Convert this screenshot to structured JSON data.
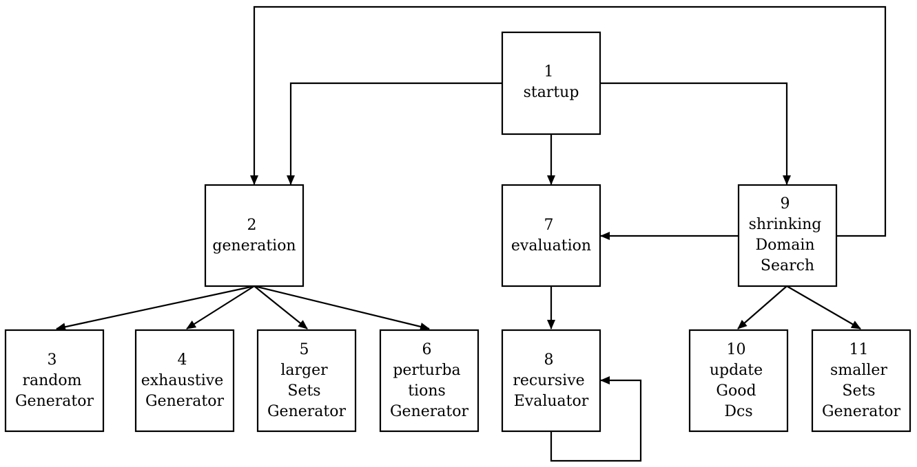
{
  "nodes": [
    {
      "id": "n1",
      "lines": [
        "1",
        "startup"
      ]
    },
    {
      "id": "n2",
      "lines": [
        "2",
        "generation"
      ]
    },
    {
      "id": "n3",
      "lines": [
        "3",
        "random",
        "Generator"
      ]
    },
    {
      "id": "n4",
      "lines": [
        "4",
        "exhaustive",
        "Generator"
      ]
    },
    {
      "id": "n5",
      "lines": [
        "5",
        "larger",
        "Sets",
        "Generator"
      ]
    },
    {
      "id": "n6",
      "lines": [
        "6",
        "perturba",
        "tions",
        "Generator"
      ]
    },
    {
      "id": "n7",
      "lines": [
        "7",
        "evaluation"
      ]
    },
    {
      "id": "n8",
      "lines": [
        "8",
        "recursive",
        "Evaluator"
      ]
    },
    {
      "id": "n9",
      "lines": [
        "9",
        "shrinking",
        "Domain",
        "Search"
      ]
    },
    {
      "id": "n10",
      "lines": [
        "10",
        "update",
        "Good",
        "Dcs"
      ]
    },
    {
      "id": "n11",
      "lines": [
        "11",
        "smaller",
        "Sets",
        "Generator"
      ]
    }
  ],
  "edges": [
    {
      "from": "n1",
      "to": "n2"
    },
    {
      "from": "n1",
      "to": "n7"
    },
    {
      "from": "n1",
      "to": "n9"
    },
    {
      "from": "n9",
      "to": "n2"
    },
    {
      "from": "n9",
      "to": "n7"
    },
    {
      "from": "n2",
      "to": "n3"
    },
    {
      "from": "n2",
      "to": "n4"
    },
    {
      "from": "n2",
      "to": "n5"
    },
    {
      "from": "n2",
      "to": "n6"
    },
    {
      "from": "n7",
      "to": "n8"
    },
    {
      "from": "n8",
      "to": "n8"
    },
    {
      "from": "n9",
      "to": "n10"
    },
    {
      "from": "n9",
      "to": "n11"
    }
  ]
}
